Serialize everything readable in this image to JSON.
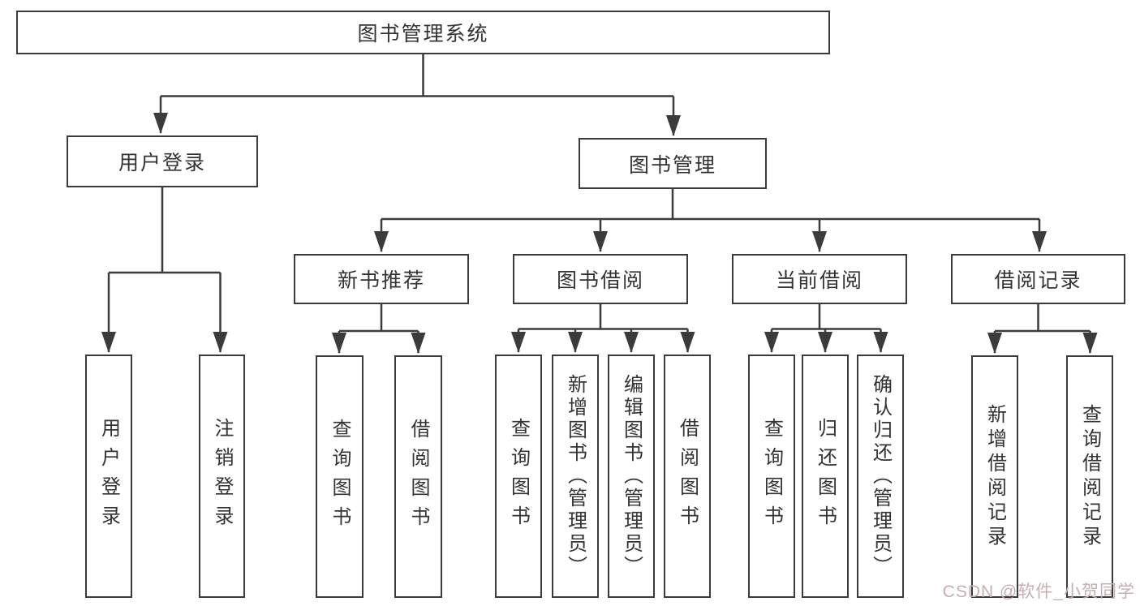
{
  "diagram": {
    "title": "图书管理系统",
    "tree": {
      "root": {
        "label": "图书管理系统"
      },
      "user_login": {
        "label": "用户登录",
        "children": {
          "login": {
            "label": "用户登录"
          },
          "logout": {
            "label": "注销登录"
          }
        }
      },
      "book_management": {
        "label": "图书管理",
        "sections": {
          "new_book": {
            "label": "新书推荐",
            "children": {
              "query": {
                "label": "查询图书"
              },
              "borrow": {
                "label": "借阅图书"
              }
            }
          },
          "borrowing": {
            "label": "图书借阅",
            "children": {
              "query": {
                "label": "查询图书"
              },
              "add": {
                "label": "新增图书（管理员）"
              },
              "edit": {
                "label": "编辑图书（管理员）"
              },
              "borrow": {
                "label": "借阅图书"
              }
            }
          },
          "current": {
            "label": "当前借阅",
            "children": {
              "query": {
                "label": "查询图书"
              },
              "return": {
                "label": "归还图书"
              },
              "confirm": {
                "label": "确认归还（管理员）"
              }
            }
          },
          "records": {
            "label": "借阅记录",
            "children": {
              "add": {
                "label": "新增借阅记录"
              },
              "query": {
                "label": "查询借阅记录"
              }
            }
          }
        }
      }
    },
    "watermark": "CSDN @软件_小贺同学",
    "colors": {
      "line": "#3b3b3b",
      "text": "#333333",
      "watermark": "#c4b0b0",
      "background": "#ffffff"
    }
  }
}
